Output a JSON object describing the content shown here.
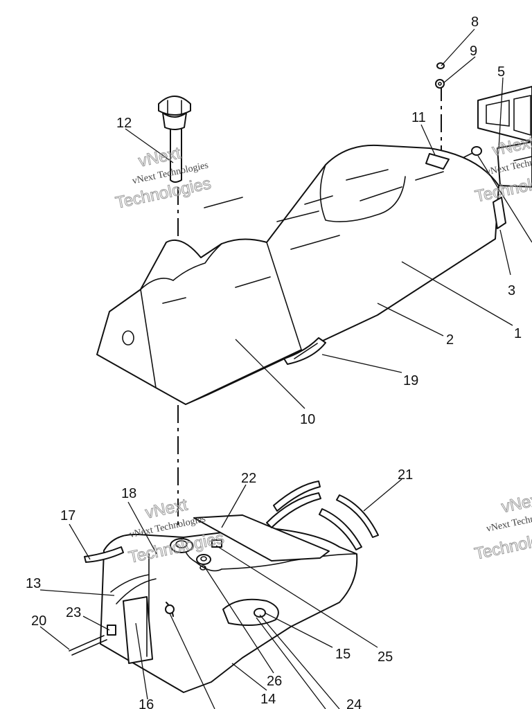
{
  "diagram": {
    "callouts": {
      "c1": "1",
      "c2": "2",
      "c3": "3",
      "c5": "5",
      "c8": "8",
      "c9": "9",
      "c10": "10",
      "c11": "11",
      "c12": "12",
      "c13": "13",
      "c14": "14",
      "c15": "15",
      "c16": "16",
      "c17": "17",
      "c18": "18",
      "c19": "19",
      "c20": "20",
      "c21": "21",
      "c22": "22",
      "c23": "23",
      "c24": "24",
      "c25": "25",
      "c26": "26"
    }
  },
  "watermark": {
    "line1": "vNext",
    "line2": "vNext Technologies",
    "line3": "Technologies"
  }
}
